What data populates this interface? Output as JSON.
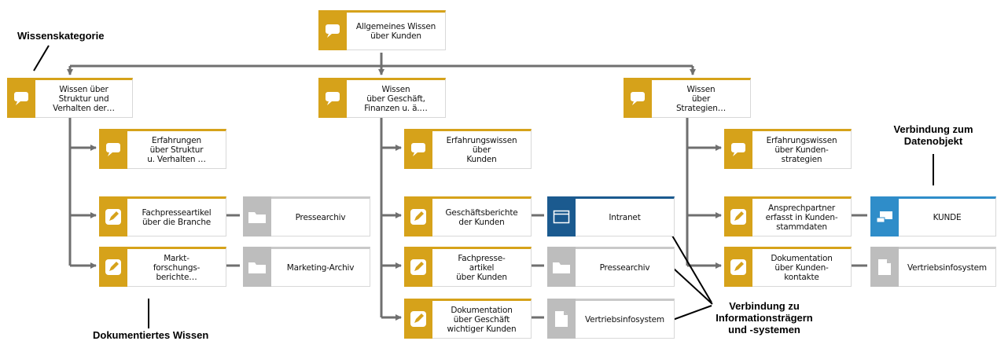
{
  "nodes": {
    "root": "Allgemeines Wissen\nüber Kunden",
    "cat1": "Wissen über\nStruktur und\nVerhalten der…",
    "cat2": "Wissen\nüber Geschäft,\nFinanzen u. ä.…",
    "cat3": "Wissen\nüber\nStrategien…",
    "c1_exp": "Erfahrungen\nüber Struktur\nu. Verhalten …",
    "c1_doc1": "Fachpresseartikel\nüber die Branche",
    "c1_sys1": "Pressearchiv",
    "c1_doc2": "Markt-\nforschungs-\nberichte…",
    "c1_sys2": "Marketing-Archiv",
    "c2_exp": "Erfahrungswissen\nüber\nKunden",
    "c2_doc1": "Geschäftsberichte\nder Kunden",
    "c2_sys1": "Intranet",
    "c2_doc2": "Fachpresse-\nartikel\nüber Kunden",
    "c2_sys2": "Pressearchiv",
    "c2_doc3": "Dokumentation\nüber Geschäft\nwichtiger Kunden",
    "c2_sys3": "Vertriebsinfosystem",
    "c3_exp": "Erfahrungswissen\nüber Kunden-\nstrategien",
    "c3_doc1": "Ansprechpartner\nerfasst in Kunden-\nstammdaten",
    "c3_sys1": "KUNDE",
    "c3_doc2": "Dokumentation\nüber Kunden-\nkontakte",
    "c3_sys2": "Vertriebsinfosystem"
  },
  "annotations": {
    "wissenskategorie": "Wissenskategorie",
    "dokumentiertes_wissen": "Dokumentiertes Wissen",
    "verbindung_datenobjekt": "Verbindung zum\nDatenobjekt",
    "verbindung_informationstraeger": "Verbindung zu\nInformationsträgern\nund -systemen"
  },
  "colors": {
    "knowledge": "#d6a21a",
    "archive": "#bdbdbd",
    "intranet": "#1b5a8f",
    "data_object": "#2f8dc9",
    "connector": "#6f6f6f"
  }
}
